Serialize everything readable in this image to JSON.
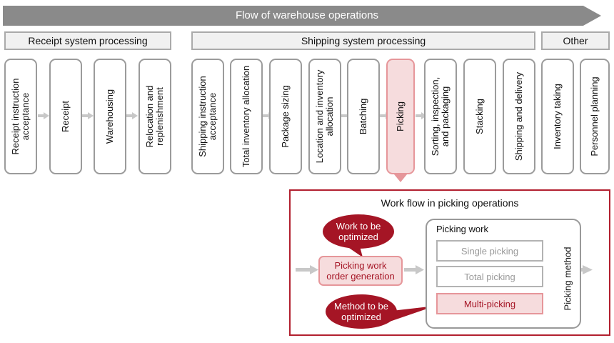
{
  "banner": {
    "title": "Flow of warehouse operations"
  },
  "categories": {
    "receipt": "Receipt system processing",
    "shipping": "Shipping system processing",
    "other": "Other"
  },
  "steps": [
    {
      "label": "Receipt instruction\nacceptance"
    },
    {
      "label": "Receipt"
    },
    {
      "label": "Warehousing"
    },
    {
      "label": "Relocation and\nreplenishment"
    },
    {
      "label": "Shipping instruction\nacceptance"
    },
    {
      "label": "Total inventory allocation"
    },
    {
      "label": "Package sizing"
    },
    {
      "label": "Location and inventory\nallocation"
    },
    {
      "label": "Batching"
    },
    {
      "label": "Picking"
    },
    {
      "label": "Sorting, inspection,\nand packaging"
    },
    {
      "label": "Stacking"
    },
    {
      "label": "Shipping and delivery"
    },
    {
      "label": "Inventory taking"
    },
    {
      "label": "Personnel planning"
    }
  ],
  "detail": {
    "title": "Work flow in picking operations",
    "bubble_work": "Work to be\noptimized",
    "order_generation": "Picking work\norder generation",
    "bubble_method": "Method to be\noptimized",
    "picking_work_title": "Picking work",
    "methods": [
      "Single picking",
      "Total picking",
      "Multi-picking"
    ],
    "picking_method_label": "Picking method"
  },
  "colors": {
    "accent": "#a51525",
    "highlight_fill": "#f6dcdd",
    "highlight_border": "#e6969a",
    "gray": "#8a8a8a"
  }
}
